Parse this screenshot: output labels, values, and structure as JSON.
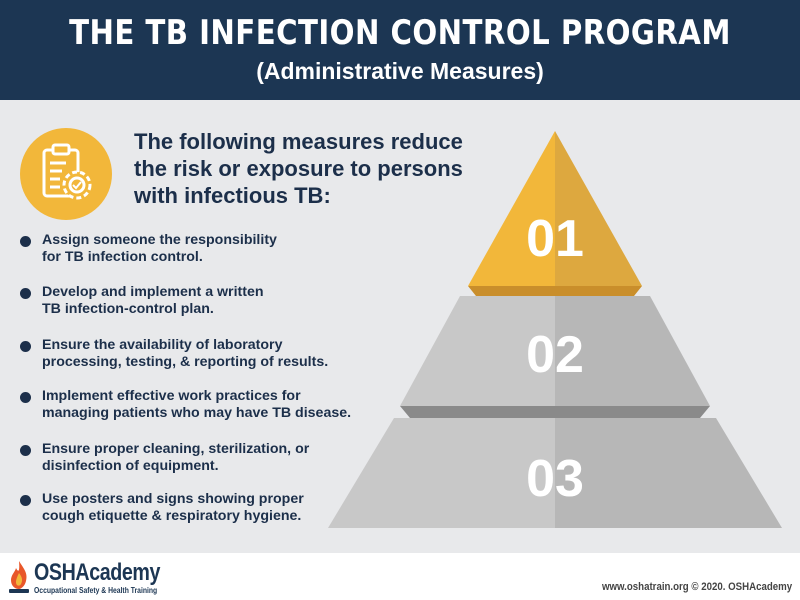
{
  "header": {
    "title": "THE TB INFECTION CONTROL PROGRAM",
    "subtitle": "(Administrative Measures)"
  },
  "intro": {
    "icon": "clipboard-gear-icon",
    "line1": "The following measures reduce",
    "line2": "the risk or exposure to persons",
    "line3": "with infectious TB:"
  },
  "bullets": [
    {
      "line1": "Assign someone the responsibility",
      "line2": "for TB infection control."
    },
    {
      "line1": "Develop and implement a written",
      "line2": "TB infection-control plan."
    },
    {
      "line1": "Ensure the availability of laboratory",
      "line2": "processing, testing, & reporting of results."
    },
    {
      "line1": "Implement effective work practices for",
      "line2": "managing patients who may have TB disease."
    },
    {
      "line1": "Ensure proper cleaning, sterilization, or",
      "line2": "disinfection of equipment."
    },
    {
      "line1": "Use posters and signs showing proper",
      "line2": "cough etiquette & respiratory hygiene."
    }
  ],
  "pyramid": {
    "levels": [
      "01",
      "02",
      "03"
    ],
    "colors": {
      "top_light": "#f2b73a",
      "top_dark": "#dda83f",
      "gray_light": "#c8c8c8",
      "gray_dark": "#b7b7b7",
      "ledge": "#8a8a8a",
      "ledge_top": "#c98e2b"
    }
  },
  "footer": {
    "logo_text": "OSHAcademy",
    "logo_tagline": "Occupational Safety & Health Training",
    "credit": "www.oshatrain.org © 2020. OSHAcademy"
  },
  "colors": {
    "header_bg": "#1c3653",
    "text_navy": "#1c2f4a",
    "background": "#e8e9eb"
  }
}
